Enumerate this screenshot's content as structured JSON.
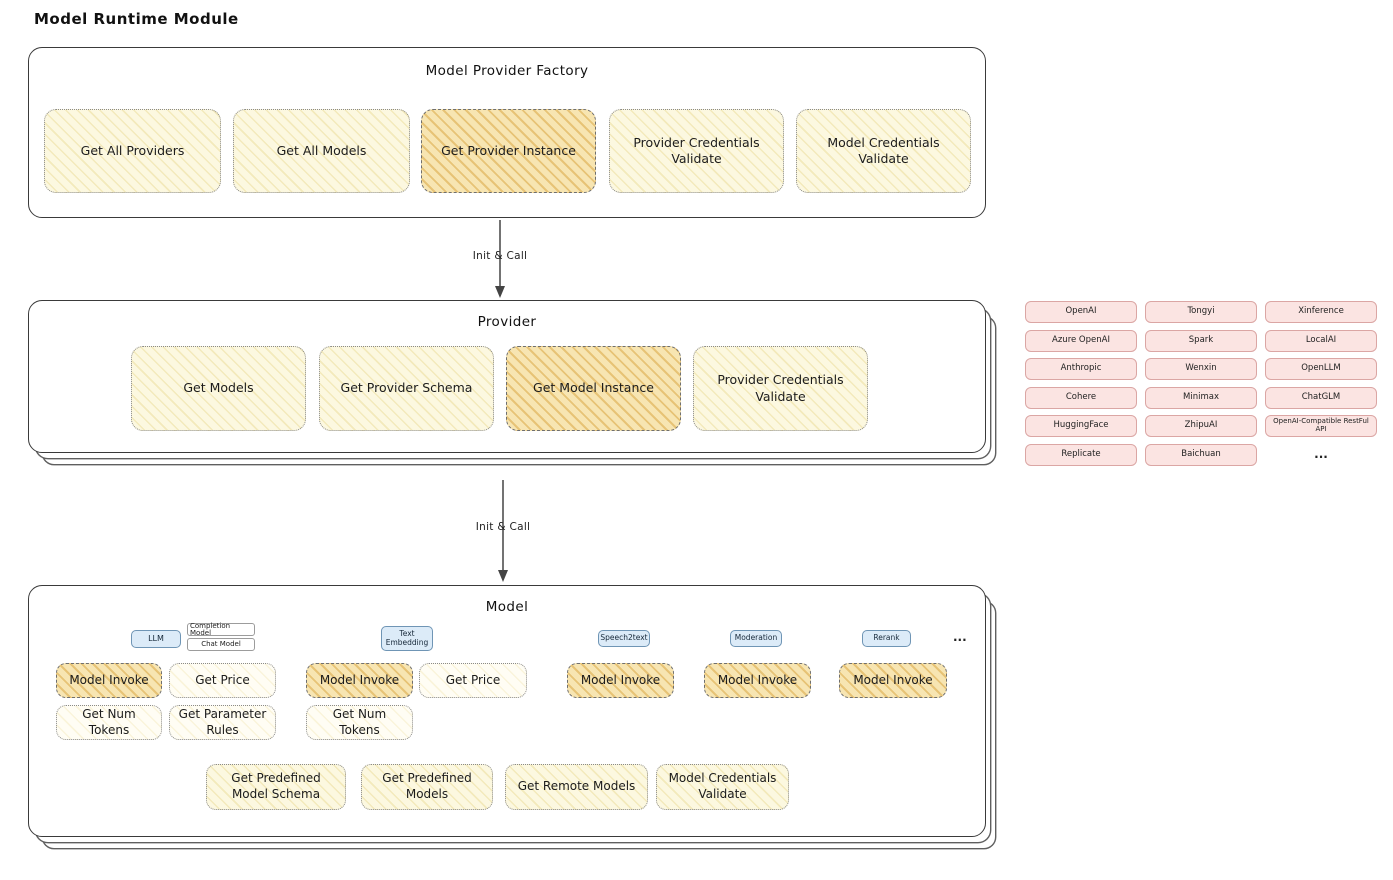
{
  "page": {
    "title": "Model Runtime Module"
  },
  "factory": {
    "title": "Model Provider Factory",
    "buttons": [
      {
        "label": "Get All Providers"
      },
      {
        "label": "Get All Models"
      },
      {
        "label": "Get Provider Instance"
      },
      {
        "label": "Provider Credentials Validate"
      },
      {
        "label": "Model Credentials Validate"
      }
    ]
  },
  "arrows": {
    "first": "Init & Call",
    "second": "Init & Call"
  },
  "provider": {
    "title": "Provider",
    "buttons": [
      {
        "label": "Get Models"
      },
      {
        "label": "Get Provider Schema"
      },
      {
        "label": "Get Model Instance"
      },
      {
        "label": "Provider Credentials Validate"
      }
    ]
  },
  "provider_grid": {
    "rows": [
      [
        "OpenAI",
        "Tongyi",
        "Xinference"
      ],
      [
        "Azure OpenAI",
        "Spark",
        "LocalAI"
      ],
      [
        "Anthropic",
        "Wenxin",
        "OpenLLM"
      ],
      [
        "Cohere",
        "Minimax",
        "ChatGLM"
      ],
      [
        "HuggingFace",
        "ZhipuAI",
        "OpenAI-Compatible RestFul API"
      ],
      [
        "Replicate",
        "Baichuan",
        "..."
      ]
    ]
  },
  "model": {
    "title": "Model",
    "tabs": {
      "llm": "LLM",
      "completion_model": "Completion Model",
      "chat_model": "Chat Model",
      "text_embedding": "Text Embedding",
      "speech2text": "Speech2text",
      "moderation": "Moderation",
      "rerank": "Rerank",
      "more": "..."
    },
    "functions": {
      "model_invoke": "Model Invoke",
      "get_price": "Get Price",
      "get_num_tokens": "Get Num Tokens",
      "get_parameter_rules": "Get Parameter Rules"
    },
    "bottom": [
      {
        "label": "Get Predefined Model Schema"
      },
      {
        "label": "Get Predefined Models"
      },
      {
        "label": "Get Remote Models"
      },
      {
        "label": "Model Credentials Validate"
      }
    ]
  }
}
